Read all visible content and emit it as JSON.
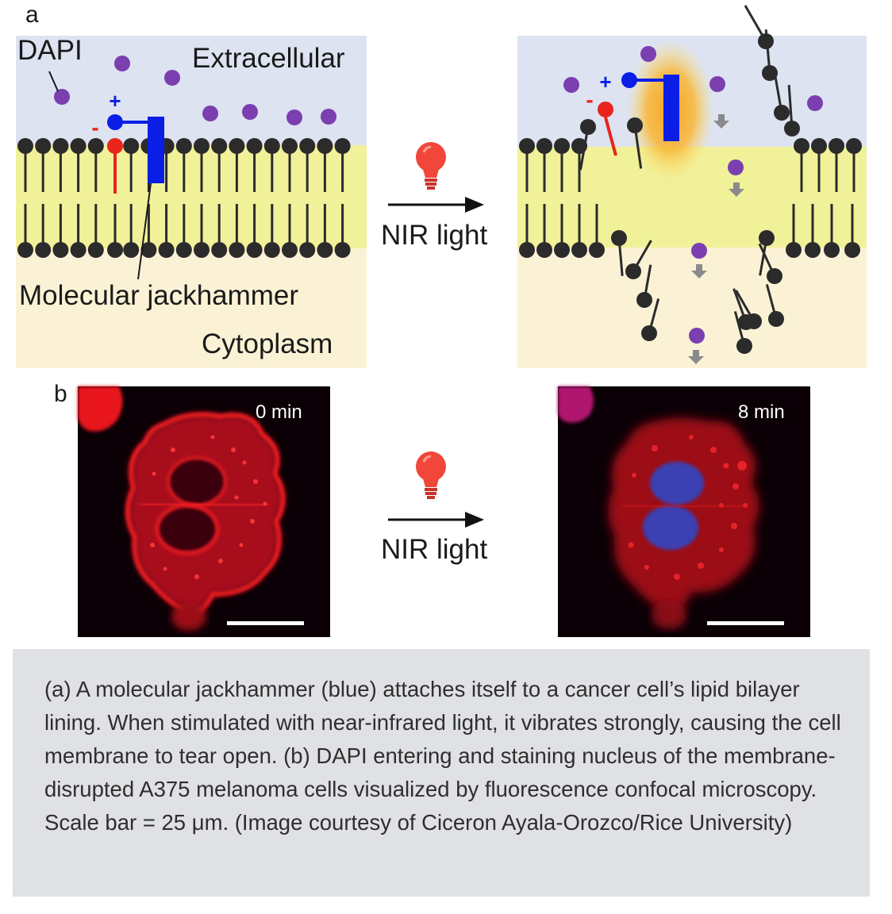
{
  "figure": {
    "panel_a_letter": "a",
    "panel_b_letter": "b",
    "labels": {
      "dapi": "DAPI",
      "extracellular": "Extracellular",
      "molecular_jackhammer": "Molecular jackhammer",
      "cytoplasm": "Cytoplasm",
      "nir_light_top": "NIR light",
      "nir_light_bottom": "NIR light"
    },
    "micrographs": {
      "before_time": "0 min",
      "after_time": "8 min"
    },
    "colors": {
      "extracellular_bg": "#dde3f1",
      "membrane_core": "#f1f19a",
      "cytoplasm_bg": "#fbf2d6",
      "lipid_head": "#2b2b2b",
      "dapi_dot": "#7b3fb0",
      "jackhammer_blue": "#0a1ee6",
      "charge_red": "#e8241d",
      "glow": "#f7a320",
      "bulb": "#f0473a",
      "micrograph_bg": "#0b0006",
      "cell_red": "#e0141c",
      "nucleus_blue": "#3b3fb2"
    },
    "icons": [
      "light-bulb-icon",
      "arrow-right-icon",
      "scale-bar"
    ]
  },
  "caption": {
    "text": "(a) A molecular jackhammer (blue) attaches itself to a cancer cell’s lipid bilayer lining. When stimulated with near-infrared light, it vibrates strongly, causing the cell membrane to tear open. (b) DAPI entering and staining nucleus of the membrane-disrupted A375 melanoma cells visualized by fluorescence confocal microscopy. Scale bar = 25 μm. (Image courtesy of Ciceron Ayala-Orozco/Rice University)"
  }
}
